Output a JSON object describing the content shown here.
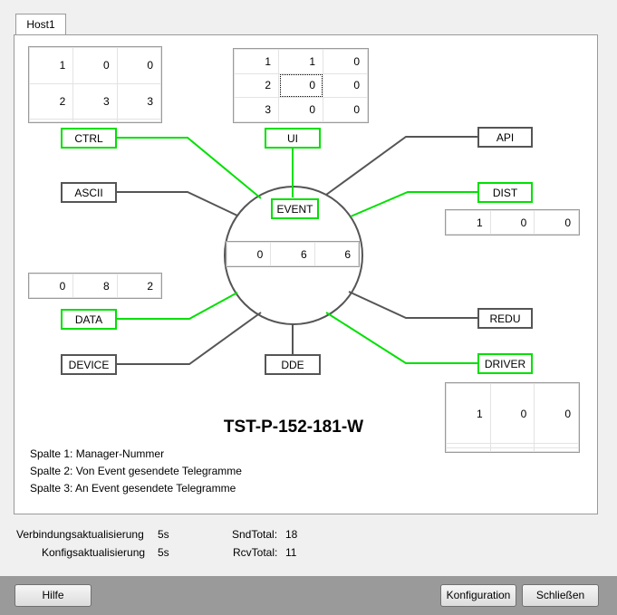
{
  "tab": {
    "label": "Host1"
  },
  "center": {
    "label": "EVENT",
    "values": [
      "0",
      "6",
      "6"
    ]
  },
  "nodes": {
    "ctrl": "CTRL",
    "ui": "UI",
    "api": "API",
    "ascii": "ASCII",
    "dist": "DIST",
    "data": "DATA",
    "redu": "REDU",
    "device": "DEVICE",
    "dde": "DDE",
    "driver": "DRIVER"
  },
  "tables": {
    "ctrl": [
      [
        "1",
        "0",
        "0"
      ],
      [
        "2",
        "3",
        "3"
      ],
      [
        "",
        "",
        ""
      ]
    ],
    "ui": [
      [
        "1",
        "1",
        "0"
      ],
      [
        "2",
        "0",
        "0"
      ],
      [
        "3",
        "0",
        "0"
      ]
    ],
    "dist": [
      [
        "1",
        "0",
        "0"
      ]
    ],
    "data": [
      [
        "0",
        "8",
        "2"
      ]
    ],
    "driver": [
      [
        "1",
        "0",
        "0"
      ],
      [
        "",
        "",
        ""
      ],
      [
        "",
        "",
        ""
      ]
    ]
  },
  "host_title": "TST-P-152-181-W",
  "legend": [
    "Spalte 1: Manager-Nummer",
    "Spalte 2: Von Event gesendete Telegramme",
    "Spalte 3: An Event gesendete Telegramme"
  ],
  "info": {
    "conn_label": "Verbindungsaktualisierung",
    "conn_value": "5s",
    "conf_label": "Konfigsaktualisierung",
    "conf_value": "5s",
    "snd_label": "SndTotal:",
    "snd_value": "18",
    "rcv_label": "RcvTotal:",
    "rcv_value": "11"
  },
  "buttons": {
    "help": "Hilfe",
    "config": "Konfiguration",
    "close": "Schließen"
  },
  "colors": {
    "active_link": "#00e000",
    "inactive_link": "#555555"
  }
}
